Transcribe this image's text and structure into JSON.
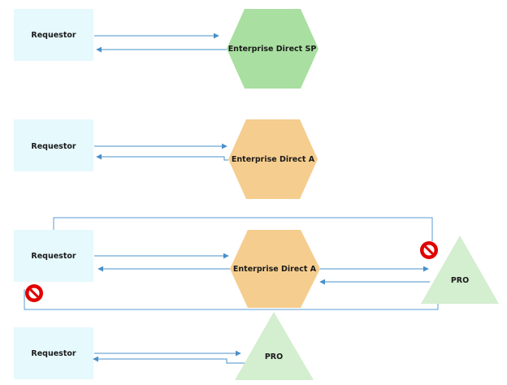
{
  "rows": [
    {
      "requestor": "Requestor",
      "target": "Enterprise Direct SP"
    },
    {
      "requestor": "Requestor",
      "target": "Enterprise Direct A"
    },
    {
      "requestor": "Requestor",
      "target": "Enterprise Direct A",
      "peer": "PRO"
    },
    {
      "requestor": "Requestor",
      "target": "PRO"
    }
  ],
  "colors": {
    "requestor_fill": "#e6f9fd",
    "hex_green": "#a9dfa0",
    "hex_orange": "#f5cd8e",
    "triangle_fill": "#d4eed0",
    "arrow": "#4a90c8",
    "blocked": "#e00000"
  },
  "icons": {
    "blocked": "prohibited-icon"
  }
}
